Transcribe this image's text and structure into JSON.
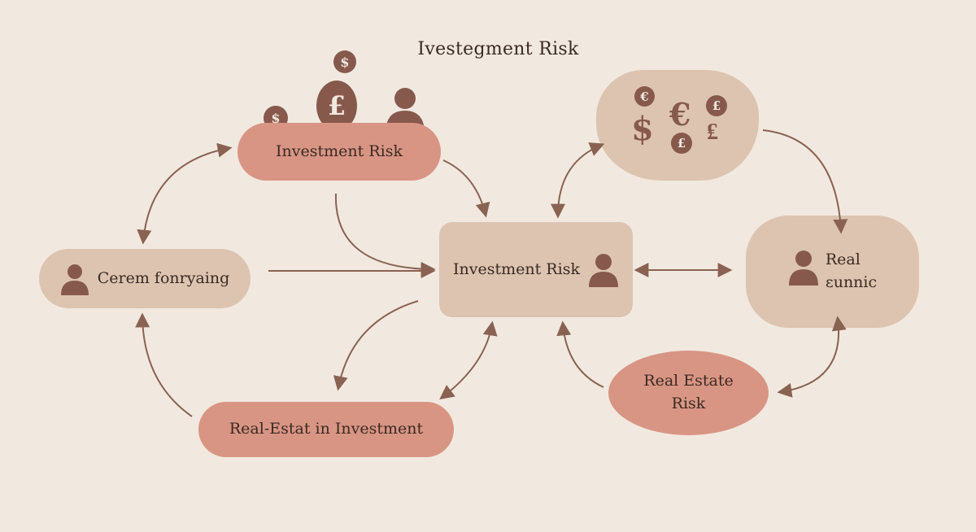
{
  "diagram": {
    "title": "Ivestegment Risk",
    "nodes": {
      "invest_top": "Investment Risk",
      "left": "Cerem fonryaing",
      "center": "Investment Risk",
      "right_line1": "Real",
      "right_line2": "ɛunnic",
      "bottom": "Real-Estat in Investment",
      "ellipse_line1": "Real Estate",
      "ellipse_line2": "Risk"
    },
    "currency_icons": {
      "top_coin_small": "$",
      "top_coin_large": "£",
      "top_coin_left": "$",
      "blob_coin_1": "€",
      "blob_coin_2": "£",
      "blob_symbol_dollar": "$",
      "blob_symbol_euro": "€",
      "blob_coin_3": "£",
      "blob_symbol_pound": "₤"
    },
    "colors": {
      "background": "#f1e9df",
      "tan_box": "#dcc4b0",
      "salmon_box": "#d99584",
      "icon_brown": "#87594d",
      "arrow": "#8a6252"
    }
  }
}
